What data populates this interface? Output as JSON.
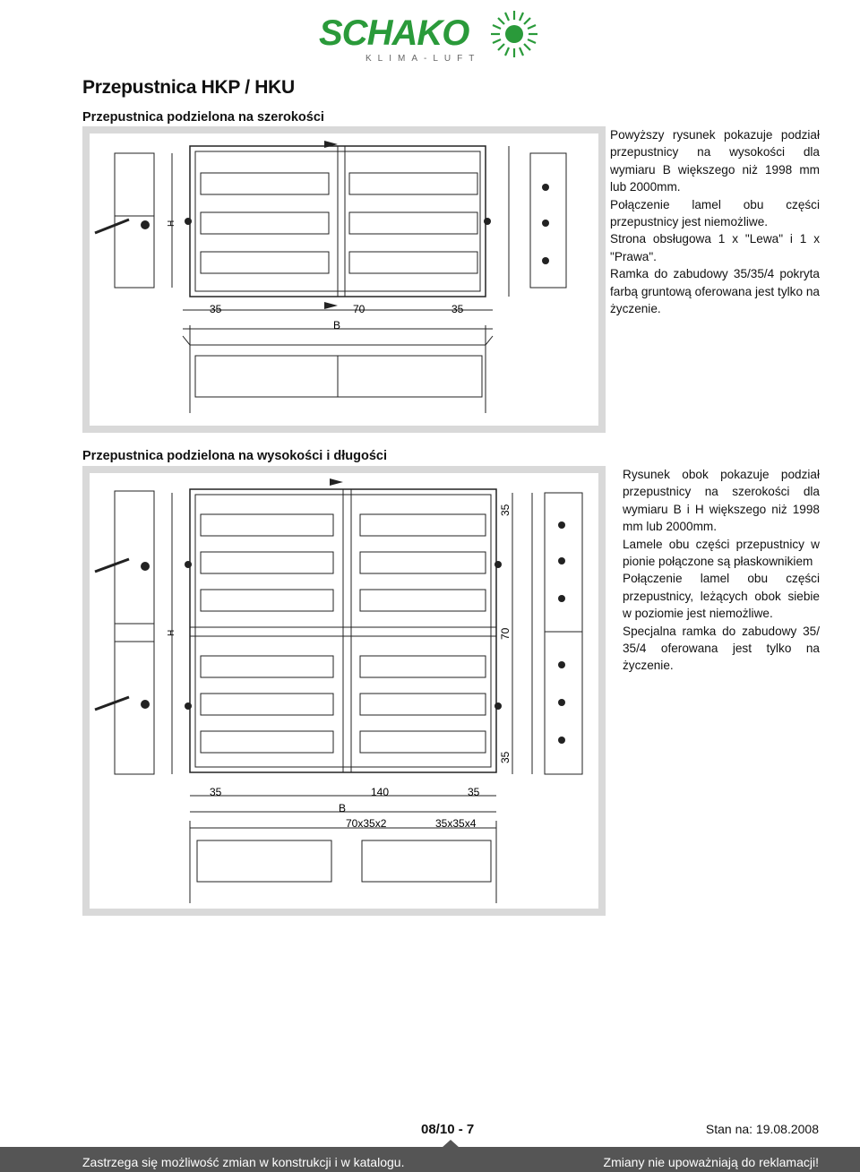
{
  "brand": {
    "logo_text": "SCHAKO",
    "tagline": "KLIMA-LUFT"
  },
  "page_title": "Przepustnica HKP / HKU",
  "section1": {
    "heading": "Przepustnica podzielona na szerokości",
    "paragraphs": [
      "Powyższy rysunek pokazuje podział przepustnicy na wysokości dla wymiaru B większego niż 1998 mm lub 2000mm.",
      "Połączenie lamel obu części przepustnicy jest niemożliwe.",
      "Strona obsługowa 1 x \"Lewa\" i 1 x \"Prawa\".",
      "Ramka do zabudowy 35/35/4 pokryta farbą gruntową oferowana jest tylko na życzenie."
    ],
    "dims": {
      "left": "35",
      "mid": "70",
      "right": "35",
      "width": "B",
      "height": "H"
    }
  },
  "section2": {
    "heading": "Przepustnica podzielona na wysokości i długości",
    "paragraphs": [
      "Rysunek obok pokazuje podział przepustnicy na szerokości dla wymiaru B i H większego niż 1998 mm lub 2000mm.",
      "Lamele obu części przepustnicy w pionie połączone są płaskownikiem",
      "Połączenie lamel obu części przepustnicy, leżących obok siebie w poziomie jest niemożliwe.",
      "Specjalna ramka do zabudowy 35/ 35/4 oferowana jest tylko na życzenie."
    ],
    "dims": {
      "left": "35",
      "mid": "140",
      "right": "35",
      "width": "B",
      "height": "H",
      "v_top": "35",
      "v_mid": "70",
      "v_bot": "35",
      "label_a": "70x35x2",
      "label_b": "35x35x4"
    }
  },
  "footer": {
    "page": "08/10 - 7",
    "stan": "Stan na: 19.08.2008",
    "left_note": "Zastrzega się możliwość zmian w konstrukcji i w katalogu.",
    "right_note": "Zmiany nie upoważniają do reklamacji!"
  },
  "colors": {
    "brand_green": "#2a9a3a",
    "panel_gray": "#d9d9d9",
    "footer_gray": "#555555"
  }
}
